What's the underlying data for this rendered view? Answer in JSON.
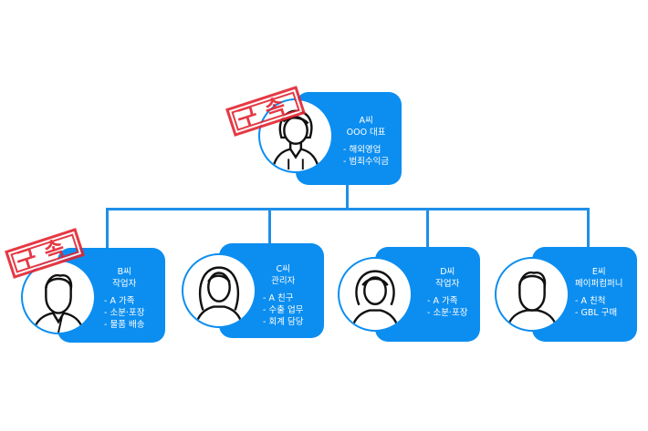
{
  "colors": {
    "card": "#0c8ef0",
    "line": "#1f8fe8",
    "stamp": "#e32430"
  },
  "stamp_text": "구속",
  "top": {
    "name": "A씨",
    "role": "OOO 대표",
    "items": [
      "해외영업",
      "범죄수익금"
    ],
    "arrested": true,
    "icon": "woman-avatar-icon"
  },
  "people": [
    {
      "name": "B씨",
      "role": "작업자",
      "items": [
        "A 가족",
        "소분·포장",
        "물품 배송"
      ],
      "arrested": true,
      "icon": "man-avatar-icon"
    },
    {
      "name": "C씨",
      "role": "관리자",
      "items": [
        "A 친구",
        "수출 업무",
        "회계 담당"
      ],
      "arrested": false,
      "icon": "woman-long-hair-avatar-icon"
    },
    {
      "name": "D씨",
      "role": "작업자",
      "items": [
        "A 가족",
        "소분·포장"
      ],
      "arrested": false,
      "icon": "woman-short-hair-avatar-icon"
    },
    {
      "name": "E씨",
      "role": "페이퍼컴퍼니",
      "items": [
        "A 친척",
        "GBL 구매"
      ],
      "arrested": false,
      "icon": "man-avatar-icon"
    }
  ]
}
